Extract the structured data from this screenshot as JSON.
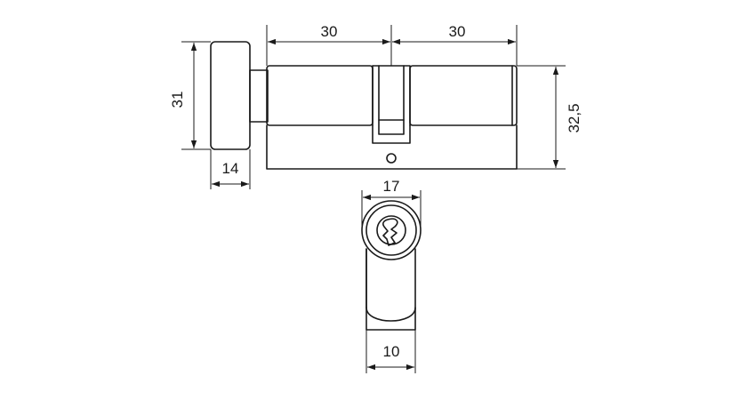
{
  "drawing": {
    "dimensions": {
      "left_length": "30",
      "right_length": "30",
      "knob_diameter": "31",
      "knob_width": "14",
      "cylinder_height": "32,5",
      "profile_width": "17",
      "body_width": "10"
    }
  }
}
